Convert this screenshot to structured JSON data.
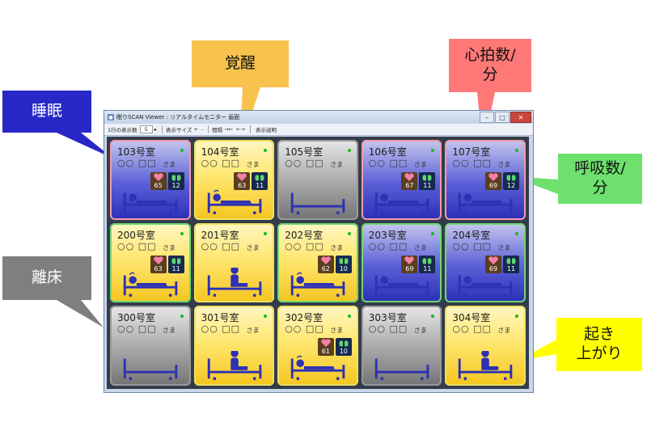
{
  "labels": {
    "sleep": "睡眠",
    "awake": "覚醒",
    "heart_rate_l1": "心拍数/",
    "heart_rate_l2": "分",
    "resp_rate_l1": "呼吸数/",
    "resp_rate_l2": "分",
    "out_of_bed": "離床",
    "sitting_up_l1": "起き",
    "sitting_up_l2": "上がり"
  },
  "colors": {
    "sleep": "#2828c8",
    "awake": "#f8c34d",
    "heart": "#ff7878",
    "resp": "#6de06d",
    "out": "#7f7f7f",
    "sitting": "#ffff00",
    "figure": "#2c31b5",
    "heart_icon": "#f47fa7",
    "lung_icon": "#5fd66f"
  },
  "window": {
    "title": "眠りSCAN Viewer : リアルタイムモニター 画面",
    "toolbar": {
      "per_row_label": "1行の表示数",
      "per_row_value": "5",
      "display_size": "表示サイズ",
      "zoom_in": "+",
      "zoom_out": "-",
      "interval": "間隔",
      "interval_shrink": "→←",
      "interval_expand": "←→",
      "help": "表示説明"
    }
  },
  "patient_name": "○○ □□",
  "honorific": "さま",
  "tiles": [
    {
      "room": "103号室",
      "state": "sleep",
      "border": "pink",
      "hr": "65",
      "rr": "12"
    },
    {
      "room": "104号室",
      "state": "awake",
      "border": "yellow",
      "hr": "63",
      "rr": "11"
    },
    {
      "room": "105号室",
      "state": "out",
      "border": "gray"
    },
    {
      "room": "106号室",
      "state": "sleep",
      "border": "pink",
      "hr": "67",
      "rr": "11"
    },
    {
      "room": "107号室",
      "state": "sleep",
      "border": "pink",
      "hr": "69",
      "rr": "12"
    },
    {
      "room": "200号室",
      "state": "awake",
      "border": "green",
      "hr": "63",
      "rr": "11"
    },
    {
      "room": "201号室",
      "state": "sitting",
      "border": "yellow"
    },
    {
      "room": "202号室",
      "state": "awake",
      "border": "green",
      "hr": "62",
      "rr": "10"
    },
    {
      "room": "203号室",
      "state": "sleep",
      "border": "green",
      "hr": "69",
      "rr": "11"
    },
    {
      "room": "204号室",
      "state": "sleep",
      "border": "green",
      "hr": "69",
      "rr": "11"
    },
    {
      "room": "300号室",
      "state": "out",
      "border": "gray"
    },
    {
      "room": "301号室",
      "state": "sitting",
      "border": "yellow"
    },
    {
      "room": "302号室",
      "state": "awake",
      "border": "yellow",
      "hr": "61",
      "rr": "10"
    },
    {
      "room": "303号室",
      "state": "out",
      "border": "gray"
    },
    {
      "room": "304号室",
      "state": "sitting",
      "border": "yellow"
    }
  ]
}
